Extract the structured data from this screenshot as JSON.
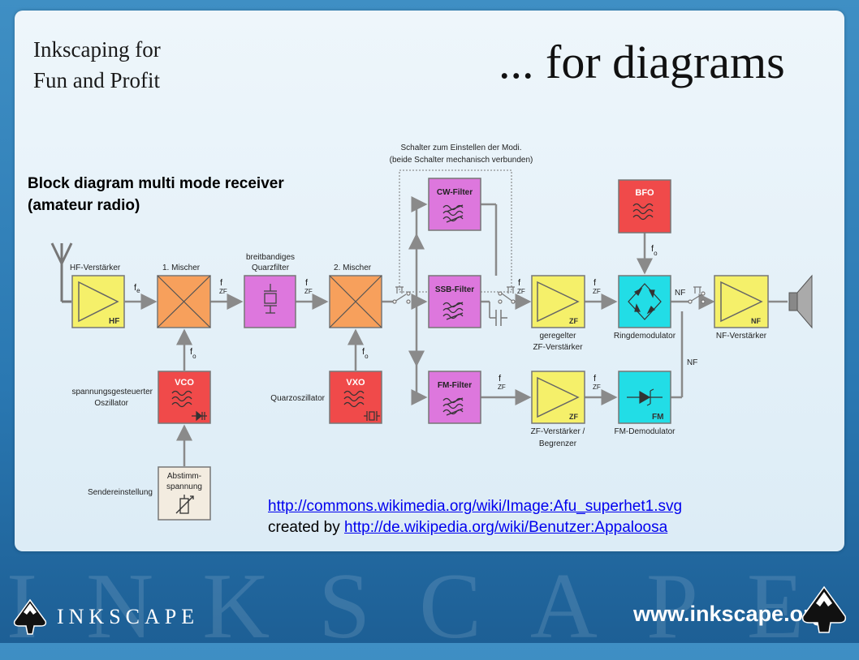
{
  "slide": {
    "brand_title": "Inkscaping for\nFun and Profit",
    "title": "... for diagrams",
    "caption": "Block diagram multi mode receiver\n(amateur radio)"
  },
  "diagram": {
    "switch_note_1": "Schalter zum Einstellen der Modi.",
    "switch_note_2": "(beide Schalter mechanisch verbunden)",
    "hf_label": "HF-Verstärker",
    "hf_text": "HF",
    "fe": "f",
    "fe_sub": "e",
    "mixer1_label": "1. Mischer",
    "fzf1": "f",
    "fzf1_sub": "ZF",
    "quartz_label_1": "breitbandiges",
    "quartz_label_2": "Quarzfilter",
    "fzf2": "f",
    "fzf2_sub": "ZF",
    "mixer2_label": "2. Mischer",
    "fo1": "f",
    "fo1_sub": "o",
    "fo2": "f",
    "fo2_sub": "o",
    "vco_title": "VCO",
    "vco_label_1": "spannungsgesteuerter",
    "vco_label_2": "Oszillator",
    "vxo_title": "VXO",
    "vxo_label": "Quarzoszillator",
    "tune_title_1": "Abstimm-",
    "tune_title_2": "spannung",
    "tune_label": "Sendereinstellung",
    "cw_title": "CW-Filter",
    "ssb_title": "SSB-Filter",
    "fm_title": "FM-Filter",
    "fzf3": "f",
    "fzf3_sub": "ZF",
    "fzf4": "f",
    "fzf4_sub": "ZF",
    "fzf5": "f",
    "fzf5_sub": "ZF",
    "fzf6": "f",
    "fzf6_sub": "ZF",
    "zf_amp_text": "ZF",
    "zf_amp_label_1": "geregelter",
    "zf_amp_label_2": "ZF-Verstärker",
    "zf_lim_text": "ZF",
    "zf_lim_label_1": "ZF-Verstärker /",
    "zf_lim_label_2": "Begrenzer",
    "bfo_title": "BFO",
    "fo3": "f",
    "fo3_sub": "o",
    "ring_label": "Ringdemodulator",
    "fmdemod_text": "FM",
    "fmdemod_label": "FM-Demodulator",
    "nf1": "NF",
    "nf2": "NF",
    "nf_amp_text": "NF",
    "nf_amp_label": "NF-Verstärker",
    "colors": {
      "amp": "#f5f06a",
      "mixer": "#f7a05c",
      "filter": "#dd77dd",
      "osc": "#f04a4a",
      "demod": "#22dde6",
      "tune": "#f3ece0"
    }
  },
  "credit": {
    "source_url": "http://commons.wikimedia.org/wiki/Image:Afu_superhet1.svg",
    "created_by": "created by",
    "author_url": "http://de.wikipedia.org/wiki/Benutzer:Appaloosa"
  },
  "footer": {
    "watermark": "INKSCAPE",
    "logo_word": "INKSCAPE",
    "website": "www.inkscape.org"
  }
}
